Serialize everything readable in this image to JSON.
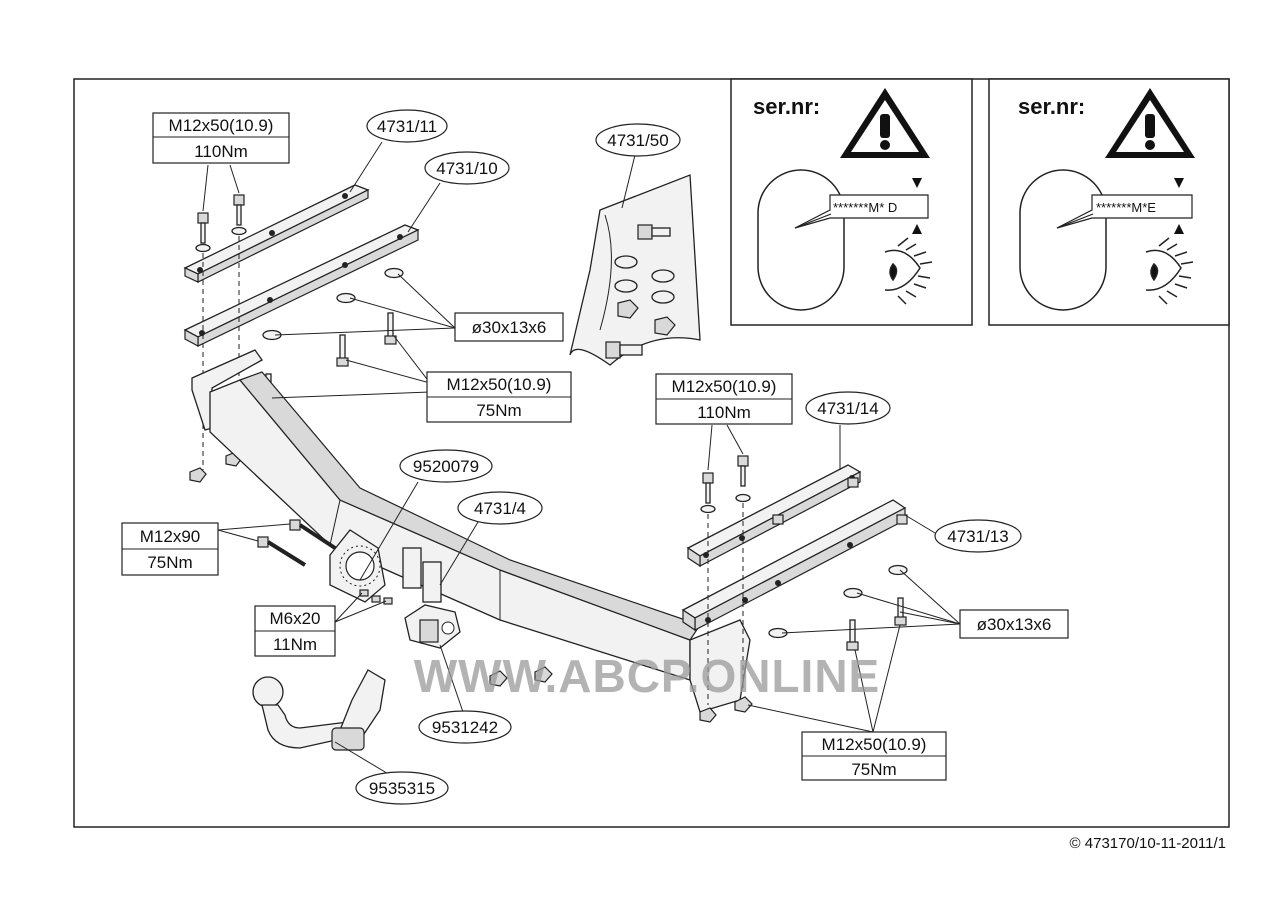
{
  "sheet": {
    "copyright": "© 473170/10-11-2011/1",
    "watermark": "WWW.ABCP.ONLINE"
  },
  "serial_panels": [
    {
      "heading": "ser.nr:",
      "code": "*******M* D"
    },
    {
      "heading": "ser.nr:",
      "code": "*******M*E"
    }
  ],
  "callouts": {
    "p4731_11": "4731/11",
    "p4731_10": "4731/10",
    "p4731_50": "4731/50",
    "p4731_14": "4731/14",
    "p4731_13": "4731/13",
    "p4731_4": "4731/4",
    "p9520079": "9520079",
    "p9531242": "9531242",
    "p9535315": "9535315"
  },
  "specs": {
    "bolt_top_left": {
      "size": "M12x50(10.9)",
      "torque": "110Nm"
    },
    "washer_left": {
      "size": "ø30x13x6"
    },
    "bolt_mid_left": {
      "size": "M12x50(10.9)",
      "torque": "75Nm"
    },
    "bolt_top_right": {
      "size": "M12x50(10.9)",
      "torque": "110Nm"
    },
    "bolt_ball": {
      "size": "M12x90",
      "torque": "75Nm"
    },
    "bolt_socket": {
      "size": "M6x20",
      "torque": "11Nm"
    },
    "washer_right": {
      "size": "ø30x13x6"
    },
    "bolt_bottom_right": {
      "size": "M12x50(10.9)",
      "torque": "75Nm"
    }
  }
}
